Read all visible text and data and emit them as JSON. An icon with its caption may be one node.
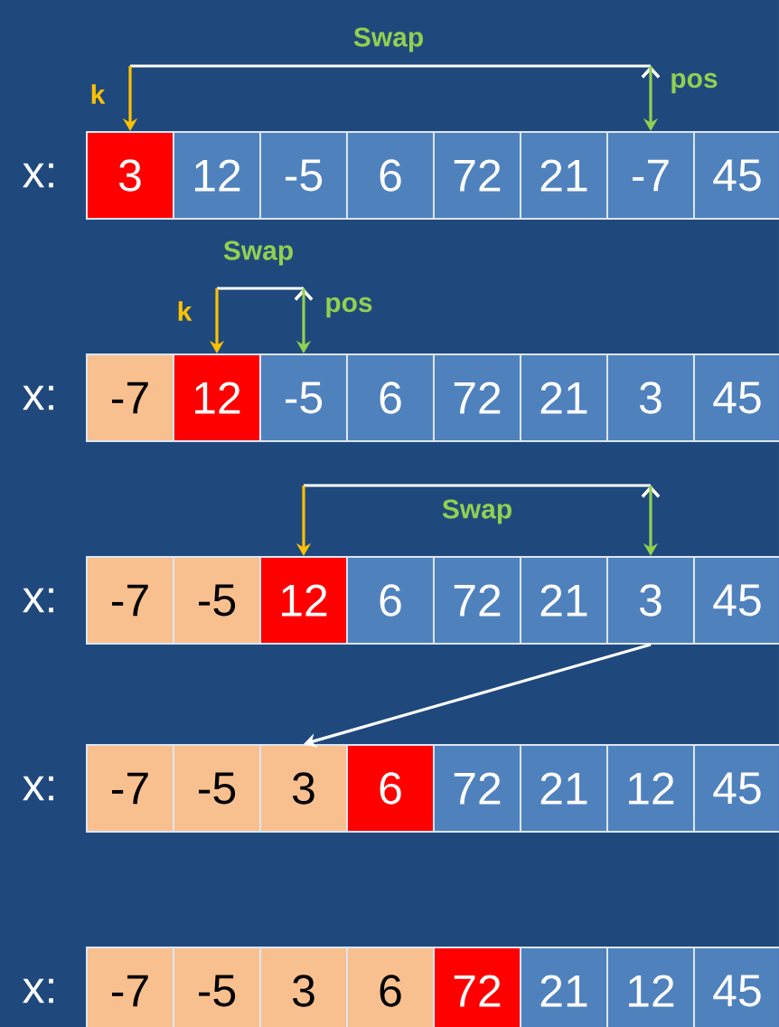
{
  "diagram": {
    "nodes": [
      {
        "text": [
          "3"
        ]
      },
      {
        "text": [
          "12"
        ]
      },
      {
        "text": [
          "-5"
        ]
      },
      {
        "text": [
          "6"
        ]
      },
      {
        "text": [
          "72"
        ]
      },
      {
        "text": [
          "21"
        ]
      },
      {
        "text": [
          "-7"
        ]
      },
      {
        "text": [
          "45"
        ]
      },
      {
        "text": [
          "-7"
        ]
      },
      {
        "text": [
          "12"
        ]
      },
      {
        "text": [
          "-5"
        ]
      },
      {
        "text": [
          "6"
        ]
      },
      {
        "text": [
          "72"
        ]
      },
      {
        "text": [
          "21"
        ]
      },
      {
        "text": [
          "3"
        ]
      },
      {
        "text": [
          "45"
        ]
      },
      {
        "text": [
          "-7"
        ]
      },
      {
        "text": [
          "-5"
        ]
      },
      {
        "text": [
          "12"
        ]
      },
      {
        "text": [
          "6"
        ]
      },
      {
        "text": [
          "72"
        ]
      },
      {
        "text": [
          "21"
        ]
      },
      {
        "text": [
          "3"
        ]
      },
      {
        "text": [
          "45"
        ]
      },
      {
        "text": [
          "-7"
        ]
      },
      {
        "text": [
          "-5"
        ]
      },
      {
        "text": [
          "3"
        ]
      },
      {
        "text": [
          "6"
        ]
      },
      {
        "text": [
          "72"
        ]
      },
      {
        "text": [
          "21"
        ]
      },
      {
        "text": [
          "12"
        ]
      },
      {
        "text": [
          "45"
        ]
      },
      {
        "text": [
          "-7"
        ]
      },
      {
        "text": [
          "-5"
        ]
      },
      {
        "text": [
          "3"
        ]
      },
      {
        "text": [
          "6"
        ]
      },
      {
        "text": [
          "72"
        ]
      },
      {
        "text": [
          "21"
        ]
      },
      {
        "text": [
          "12"
        ]
      },
      {
        "text": [
          "45"
        ]
      }
    ],
    "edges": [
      {
        "from": 0,
        "to": 6,
        "arrow": "both",
        "label": "Swap"
      },
      {
        "from": 9,
        "to": 10,
        "arrow": "both",
        "label": "Swap"
      },
      {
        "from": 18,
        "to": 22,
        "arrow": "both",
        "label": "Swap"
      },
      {
        "from": 22,
        "to": 26,
        "arrow": "to"
      }
    ],
    "labels": [
      "k",
      "pos",
      "x:",
      "k",
      "pos",
      "x:",
      "x:",
      "x:",
      "x:"
    ]
  }
}
